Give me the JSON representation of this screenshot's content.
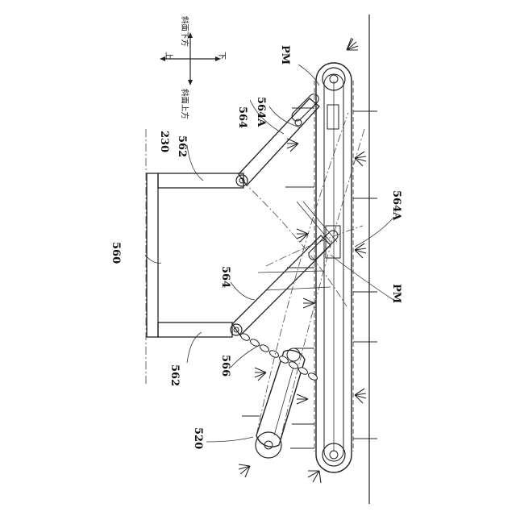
{
  "labels": {
    "frame": "560",
    "axis": "230",
    "leg_top": "562",
    "leg_bottom": "562",
    "link_top": "564",
    "slot_top": "564A",
    "link_bottom": "564",
    "slot_mid": "564A",
    "chain": "566",
    "small_unit": "520",
    "pm_top": "PM",
    "pm_mid": "PM"
  },
  "directions": {
    "up": "上",
    "down": "下",
    "slope_down": "斜面下方",
    "slope_up": "斜面上方"
  }
}
